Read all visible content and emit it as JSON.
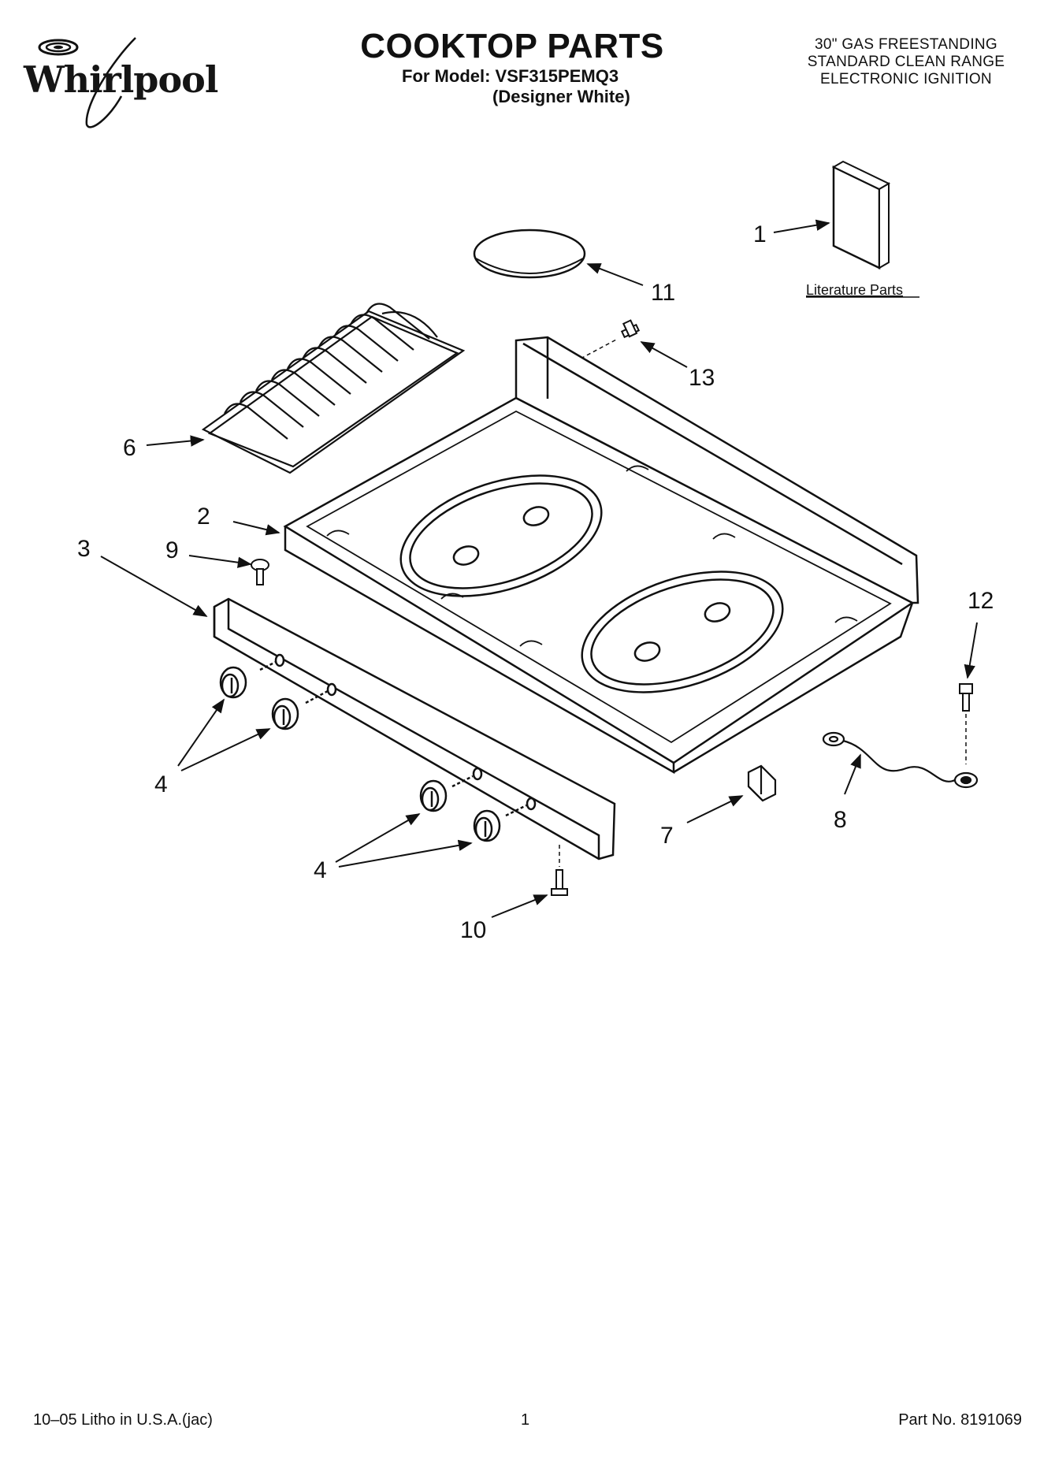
{
  "brand": {
    "logo_text": "Whirlpool"
  },
  "header": {
    "title": "COOKTOP PARTS",
    "model_line": "For Model: VSF315PEMQ3",
    "variant": "(Designer White)",
    "description": [
      "30\" GAS FREESTANDING",
      "STANDARD CLEAN RANGE",
      "ELECTRONIC IGNITION"
    ]
  },
  "diagram": {
    "literature_label": "Literature Parts",
    "callouts": {
      "c1": "1",
      "c2": "2",
      "c3": "3",
      "c4a": "4",
      "c4b": "4",
      "c6": "6",
      "c7": "7",
      "c8": "8",
      "c9": "9",
      "c10": "10",
      "c11": "11",
      "c12": "12",
      "c13": "13"
    }
  },
  "footer": {
    "left": "10–05 Litho in U.S.A.(jac)",
    "page": "1",
    "part_number": "Part No. 8191069"
  }
}
